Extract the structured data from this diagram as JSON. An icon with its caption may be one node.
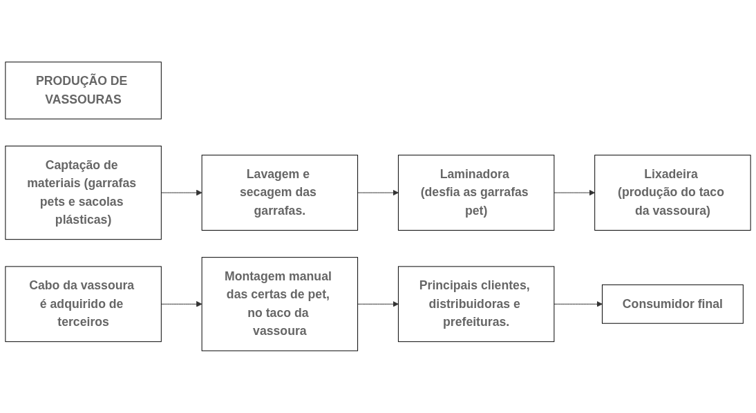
{
  "diagram": {
    "nodes": [
      {
        "text": [
          "PRODUÇÃO DE VASSOURAS"
        ]
      },
      {
        "text": [
          "Captação de materiais (garrafas pets e sacolas plásticas)"
        ]
      },
      {
        "text": [
          "Lavagem e secagem das garrafas."
        ]
      },
      {
        "text": [
          "Laminadora (desfia as garrafas pet)"
        ]
      },
      {
        "text": [
          "Lixadeira (produção do taco da vassoura)"
        ]
      },
      {
        "text": [
          "Cabo da vassoura é adquirido de terceiros"
        ]
      },
      {
        "text": [
          "Montagem manual das certas de pet, no taco da vassoura"
        ]
      },
      {
        "text": [
          "Principais clientes, distribuidoras e prefeituras."
        ]
      },
      {
        "text": [
          "Consumidor final"
        ]
      }
    ],
    "edges": [
      {
        "from": 1,
        "to": 2,
        "arrow": "to"
      },
      {
        "from": 2,
        "to": 3,
        "arrow": "to"
      },
      {
        "from": 3,
        "to": 4,
        "arrow": "to"
      },
      {
        "from": 5,
        "to": 6,
        "arrow": "to"
      },
      {
        "from": 6,
        "to": 7,
        "arrow": "to"
      },
      {
        "from": 7,
        "to": 8,
        "arrow": "to"
      }
    ]
  }
}
